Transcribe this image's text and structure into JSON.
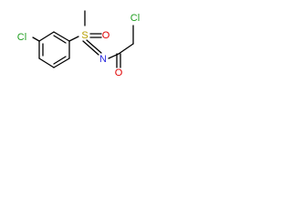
{
  "molecule": {
    "atoms": {
      "cl_ring": "Cl",
      "sulfur": "S",
      "sulfinyl_oxygen": "O",
      "imine_nitrogen": "N",
      "carbonyl_oxygen": "O",
      "cl_chain": "Cl"
    }
  },
  "colors": {
    "chlorine": "#1f9e1f",
    "sulfur": "#b8a000",
    "oxygen": "#e00000",
    "nitrogen": "#2a2ae0",
    "bond": "#000000"
  }
}
